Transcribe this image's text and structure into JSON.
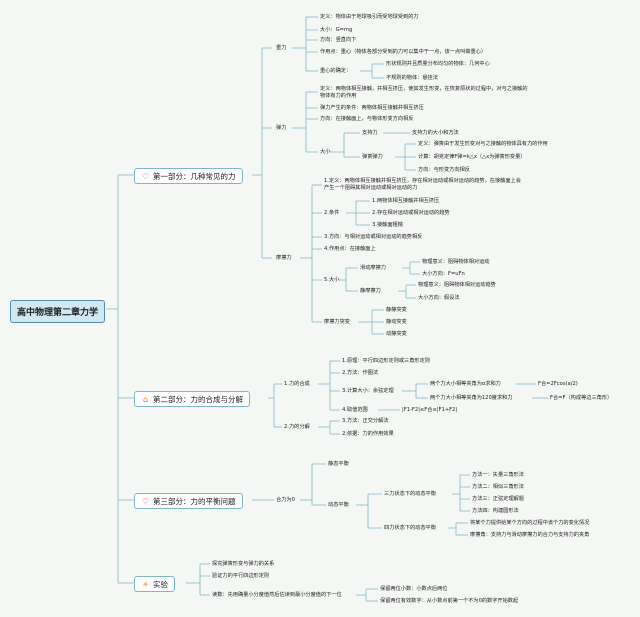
{
  "root": "高中物理第二章力学",
  "icons": {
    "part1": "heart-icon",
    "part2": "house-icon",
    "part3": "heart-icon",
    "part4": "lightbulb-icon"
  },
  "colors": {
    "line": "#7fb7c7",
    "root_bg": "#cfe8f3"
  },
  "part1": {
    "title": "第一部分：几种常见的力",
    "gravity": {
      "label": "重力",
      "def": "定义：物体由于地球吸引而受地球受到的力",
      "size": "大小：G=mg",
      "dir": "方向：竖直向下",
      "point": "作用点：重心（物体各部分受到的力可以集中于一点，该一点叫做重心）",
      "cg_label": "重心的确定：",
      "cg1": "形状规则并且质量分布均匀的物体：几何中心",
      "cg2": "不规则的物体：悬挂法"
    },
    "elastic": {
      "label": "弹力",
      "def": "定义：两物体相互接触，并相互挤压，使其发生形变，在恢复原状的过程中，对与之接触的物体有力的作用",
      "cond": "弹力产生的条件：两物体相互接触并相互挤压",
      "dir": "方向：在接触面上，与物体形变方向相反",
      "size": "大小",
      "support": "支持力",
      "support_desc": "支持力的大小和方法",
      "spring": "弹簧弹力",
      "spring_def": "定义：弹簧由于发生形变对与之接触的物体具有力的作用",
      "spring_calc": "计算：胡克定律F弹=k△x（△x为弹簧形变量）",
      "spring_dir": "方向：与形变方向相反"
    },
    "friction": {
      "label": "摩擦力",
      "def": "1.定义：两物体相互接触并相互挤压，存在相对运动或相对运动的趋势，在接触面上会产生一个阻碍其相对运动或相对运动的力",
      "cond": "2.条件",
      "c1": "1.两物体相互接触并相互挤压",
      "c2": "2.存在相对运动或相对运动的趋势",
      "c3": "3.接触面粗糙",
      "dir": "3.方向：与相对运动或相对运动的趋势相反",
      "point": "4.作用点：在接触面上",
      "size": "5.大小",
      "sliding": "滑动摩擦力",
      "sliding_meaning": "物理意义：阻碍物体相对运动",
      "sliding_size": "大小方向：F=uFn",
      "static": "静摩擦力",
      "static_meaning": "物理意义：阻碍物体相对运动趋势",
      "static_size": "大小方向：假设法",
      "mutation": "摩擦力突变",
      "m1": "静静突变",
      "m2": "静动突变",
      "m3": "动静突变"
    }
  },
  "part2": {
    "title": "第二部分：力的合成与分解",
    "comp": {
      "label": "1.力的合成",
      "principle": "1.原理：平行四边形定则或三角形定则",
      "method": "2.方法：作图法",
      "calc": "3.计算大小：余弦定理",
      "calc1": "两个力大小相等夹角为α求和力",
      "calc1_r": "F合=2Fcos(a/2)",
      "calc2": "两个力大小相等夹角为120度求和力",
      "calc2_r": "F合=F（构成等边三角形）",
      "range": "4.取值范围",
      "range_v": "|F1-F2|≤F合≤|F1+F2|"
    },
    "decomp": {
      "label": "2.力的分解",
      "method": "3.方法：正交分解法",
      "basis": "2.依据：力的作用效果"
    }
  },
  "part3": {
    "title": "第三部分：力的平衡问题",
    "resultant": "合力为0",
    "static": "静态平衡",
    "dynamic": "动态平衡",
    "three": "三力状态下的动态平衡",
    "m1": "方法一：矢量三角形法",
    "m2": "方法二：相似三角形法",
    "m3": "方法三：正弦定理解题",
    "m4": "方法四：构建圆形法",
    "four": "四力状态下的动态平衡",
    "f1": "将某个力提供给某个方向的过程中该个力的变化情况",
    "f2": "摩擦角：支持力与滑动摩擦力的合力与支持力的夹角"
  },
  "part4": {
    "title": "实验",
    "e1": "探究弹簧形变与弹力的关系",
    "e2": "验证力的平行四边形定则",
    "reading": "读数：先用确量小分度值然后估读到最小分度值的下一位",
    "r1": "保留两位小数：小数点后两位",
    "r2": "保留两位有效数字：从小数点前第一个不为0的数字开始数起"
  }
}
